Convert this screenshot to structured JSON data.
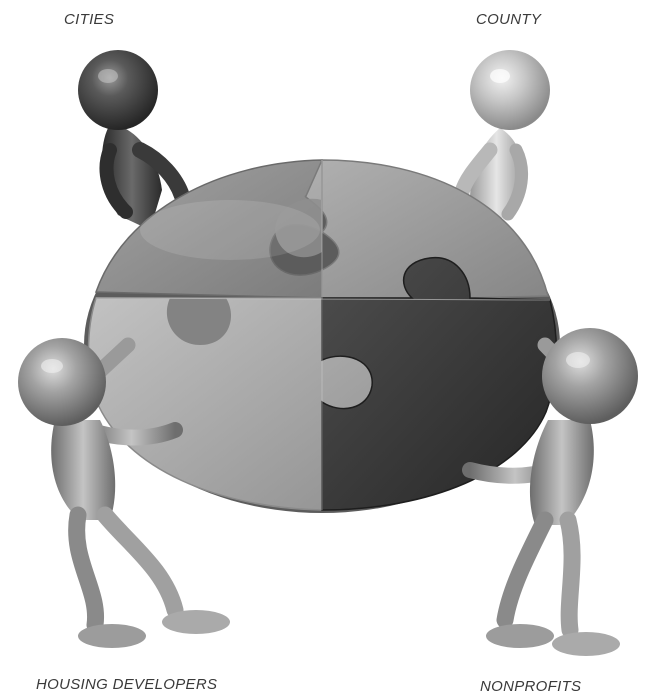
{
  "labels": {
    "cities": "CITIES",
    "county": "COUNTY",
    "housing_developers": "HOUSING DEVELOPERS",
    "nonprofits": "NONPROFITS"
  },
  "colors": {
    "figure_dark": "#4a4a4a",
    "figure_light": "#bdbdbd",
    "figure_mid": "#8e8e8e",
    "puzzle_top_left": "#8c8c8c",
    "puzzle_top_right": "#9a9a9a",
    "puzzle_bottom_left": "#a6a6a6",
    "puzzle_bottom_right": "#3c3c3c"
  }
}
